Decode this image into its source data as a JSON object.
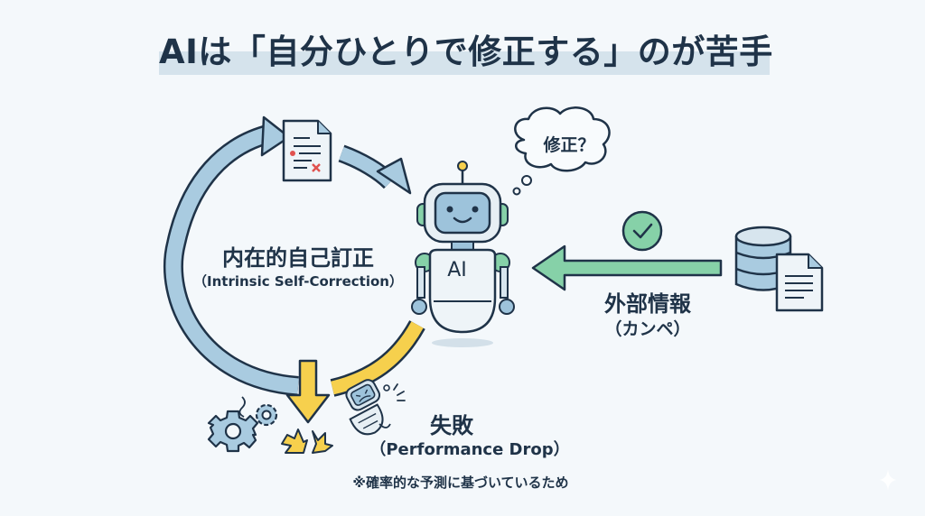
{
  "title": "AIは「自分ひとりで修正する」のが苦手",
  "loop": {
    "label_jp": "内在的自己訂正",
    "label_en": "（Intrinsic Self-Correction）",
    "document_icon": "document-with-error-icon"
  },
  "robot": {
    "chest_label": "AI",
    "thought_bubble": "修正？"
  },
  "external": {
    "label_jp": "外部情報",
    "label_sub": "（カンペ）",
    "check_icon": "checkmark-circle-icon",
    "source_icon": "database-document-icon"
  },
  "failure": {
    "label_jp": "失敗",
    "label_en": "（Performance Drop）",
    "icons": [
      "broken-gears-icon",
      "crash-burst-icon",
      "fallen-robot-icon"
    ]
  },
  "footnote": "※確率的な予測に基づいているため",
  "colors": {
    "background": "#f4f8fb",
    "title_band": "#d5e3ec",
    "text": "#1f3348",
    "blue_arrow": "#a9cbe0",
    "green_arrow": "#86d1a8",
    "yellow_arrow": "#f6d04d",
    "outline": "#1f3348",
    "error_red": "#e0524f"
  }
}
